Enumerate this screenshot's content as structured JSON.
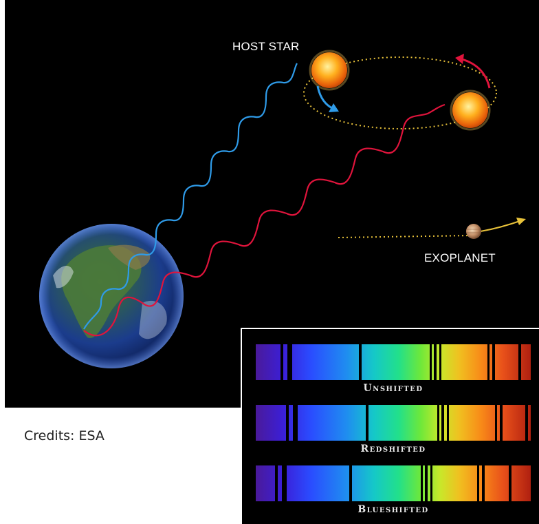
{
  "scene": {
    "host_star_label": "HOST STAR",
    "exoplanet_label": "EXOPLANET"
  },
  "credits": "Credits: ESA",
  "spectra": [
    {
      "label": "Unshifted"
    },
    {
      "label": "Redshifted"
    },
    {
      "label": "Blueshifted"
    }
  ],
  "colors": {
    "blue_wave": "#2f9be8",
    "red_wave": "#e0143c",
    "orbit": "#e8c23a",
    "star": "#f39a1c"
  }
}
